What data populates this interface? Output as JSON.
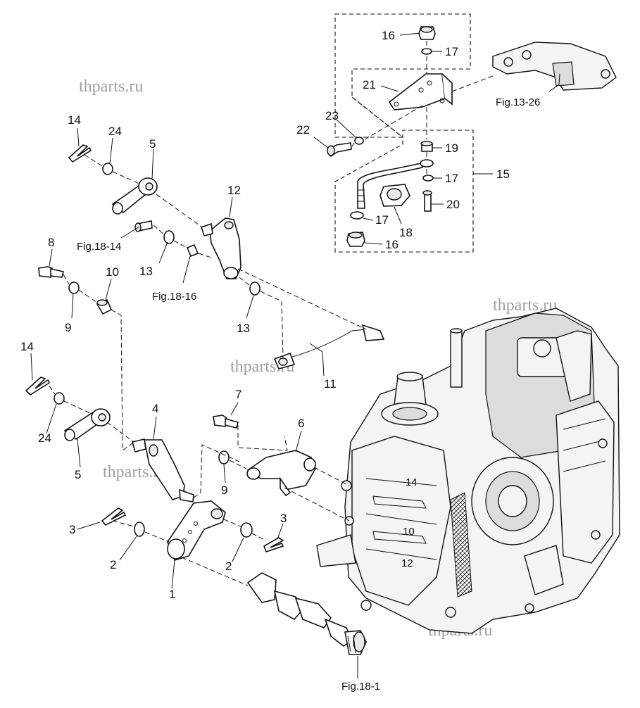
{
  "watermarks": [
    "thparts.ru",
    "thparts.ru",
    "thparts.ru",
    "thparts.ru",
    "thparts.ru"
  ],
  "callouts": {
    "c16a": "16",
    "c17a": "17",
    "c21": "21",
    "c23": "23",
    "c22": "22",
    "c19": "19",
    "c17b": "17",
    "c15": "15",
    "c20": "20",
    "c17c": "17",
    "c18": "18",
    "c16b": "16",
    "c14a": "14",
    "c24a": "24",
    "c5a": "5",
    "c12": "12",
    "c8": "8",
    "c10": "10",
    "c13a": "13",
    "c9a": "9",
    "c13b": "13",
    "c11": "11",
    "c14b": "14",
    "c24b": "24",
    "c5b": "5",
    "c4": "4",
    "c7": "7",
    "c6": "6",
    "c9b": "9",
    "c3a": "3",
    "c2a": "2",
    "c3b": "3",
    "c2b": "2",
    "c1": "1"
  },
  "figure_refs": {
    "fig13_26": "Fig.13-26",
    "fig18_14": "Fig.18-14",
    "fig18_16": "Fig.18-16",
    "fig18_1": "Fig.18-1"
  },
  "engine_marks": [
    "14",
    "10",
    "12"
  ]
}
